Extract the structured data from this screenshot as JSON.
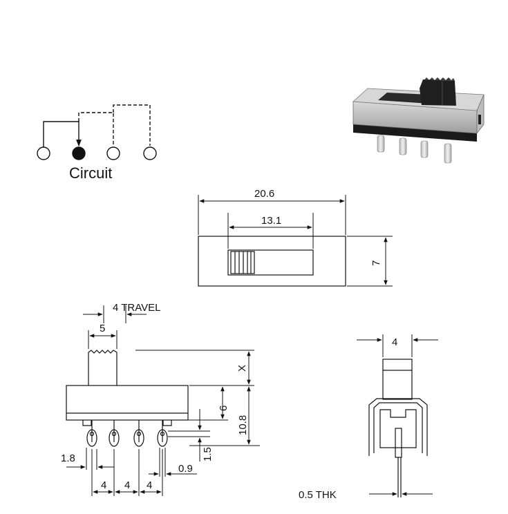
{
  "circuit": {
    "label": "Circuit"
  },
  "top_view": {
    "overall_length": "20.6",
    "slot_length": "13.1",
    "width": "7"
  },
  "side_view": {
    "travel": "4 TRAVEL",
    "actuator_width": "5",
    "actuator_height": "X",
    "body_height": "6",
    "total_height": "10.8",
    "pin_offset": "1.5",
    "pin_width": "0.9",
    "left_margin": "1.8",
    "pitch_1": "4",
    "pitch_2": "4",
    "pitch_3": "4"
  },
  "end_view": {
    "actuator_width": "4",
    "thickness": "0.5 THK"
  }
}
